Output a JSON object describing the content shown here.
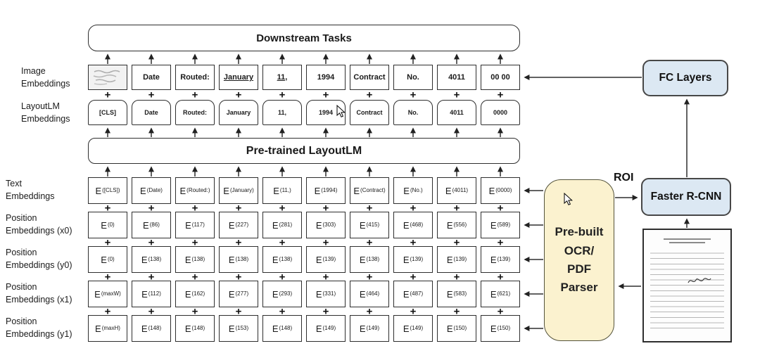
{
  "diagram": {
    "downstream_tasks_label": "Downstream Tasks",
    "pretrained_label": "Pre-trained LayoutLM",
    "plus_sign": "+",
    "row_labels": {
      "image": "Image\nEmbeddings",
      "layoutlm": "LayoutLM\nEmbeddings",
      "text": "Text\nEmbeddings",
      "pos_x0": "Position\nEmbeddings (x0)",
      "pos_y0": "Position\nEmbeddings (y0)",
      "pos_x1": "Position\nEmbeddings (x1)",
      "pos_y1": "Position\nEmbeddings (y1)"
    },
    "grid": {
      "e_prefix": "E",
      "image_row": [
        "",
        "Date",
        "Routed:",
        "January",
        "11,",
        "1994",
        "Contract",
        "No.",
        "4011",
        "00 00"
      ],
      "image_row_underline": [
        false,
        false,
        false,
        true,
        true,
        false,
        false,
        false,
        false,
        false
      ],
      "layoutlm_row": [
        "[CLS]",
        "Date",
        "Routed:",
        "January",
        "11,",
        "1994",
        "Contract",
        "No.",
        "4011",
        "0000"
      ],
      "text_row": [
        "([CLS])",
        "(Date)",
        "(Routed:)",
        "(January)",
        "(11,)",
        "(1994)",
        "(Contract)",
        "(No.)",
        "(4011)",
        "(0000)"
      ],
      "x0_row": [
        "(0)",
        "(86)",
        "(117)",
        "(227)",
        "(281)",
        "(303)",
        "(415)",
        "(468)",
        "(556)",
        "(589)"
      ],
      "y0_row": [
        "(0)",
        "(138)",
        "(138)",
        "(138)",
        "(138)",
        "(139)",
        "(138)",
        "(139)",
        "(139)",
        "(139)"
      ],
      "x1_row": [
        "(maxW)",
        "(112)",
        "(162)",
        "(277)",
        "(293)",
        "(331)",
        "(464)",
        "(487)",
        "(583)",
        "(621)"
      ],
      "y1_row": [
        "(maxH)",
        "(148)",
        "(148)",
        "(153)",
        "(148)",
        "(149)",
        "(149)",
        "(149)",
        "(150)",
        "(150)"
      ]
    }
  },
  "right_panel": {
    "fc_layers_label": "FC Layers",
    "faster_rcnn_label": "Faster R-CNN",
    "roi_label": "ROI",
    "parser_label": "Pre-built\nOCR/\nPDF\nParser"
  },
  "colors": {
    "box_fill_blue": "#dce8f3",
    "parser_fill_yellow": "#fbf2cf",
    "line_color": "#2e2e2e"
  }
}
